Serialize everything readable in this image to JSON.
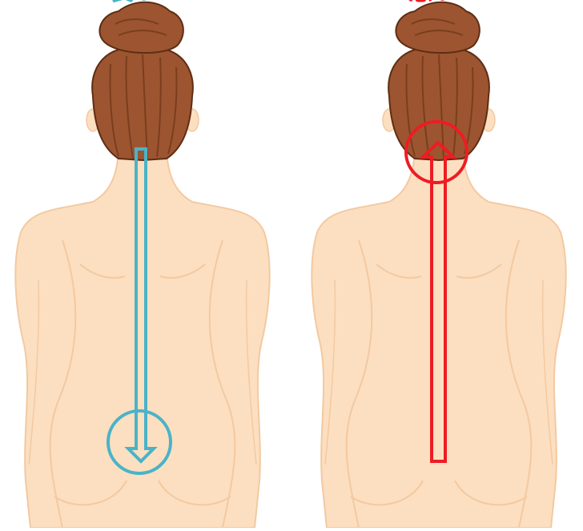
{
  "labels": {
    "left": "良い",
    "right": "悪い"
  },
  "colors": {
    "good": "#4ab3c8",
    "bad": "#ee1c23",
    "skin": "#fcdfc0",
    "skin_line": "#f3c9a1",
    "hair": "#9c5530",
    "hair_dark": "#7a3e1e",
    "hair_line": "#5e2d13"
  },
  "figures": {
    "left": {
      "arrow_direction": "down",
      "marker": "circle-at-lower-back"
    },
    "right": {
      "arrow_direction": "up",
      "marker": "circle-at-nape"
    }
  }
}
